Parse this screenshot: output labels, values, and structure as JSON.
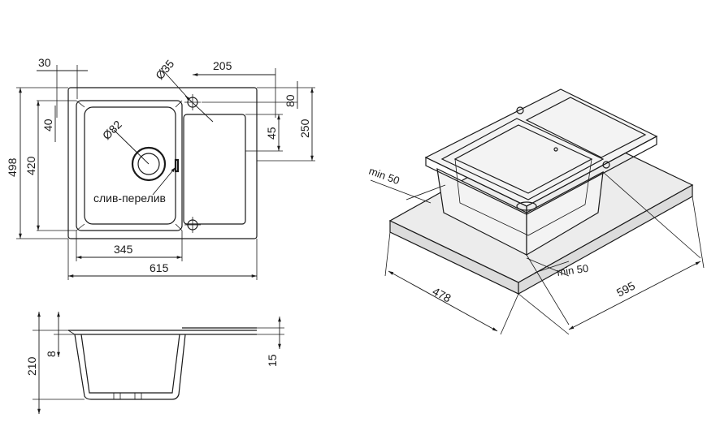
{
  "top_view": {
    "dim_30": "30",
    "dim_d35": "Ø35",
    "dim_205": "205",
    "dim_80": "80",
    "dim_40": "40",
    "dim_45": "45",
    "dim_250": "250",
    "dim_498": "498",
    "dim_420": "420",
    "dim_d82": "Ø82",
    "overflow_label": "слив-перелив",
    "dim_345": "345",
    "dim_615": "615"
  },
  "side_view": {
    "dim_210": "210",
    "dim_8": "8",
    "dim_15": "15"
  },
  "iso_view": {
    "min_50_left": "min 50",
    "min_50_right": "min 50",
    "dim_478": "478",
    "dim_595": "595"
  }
}
